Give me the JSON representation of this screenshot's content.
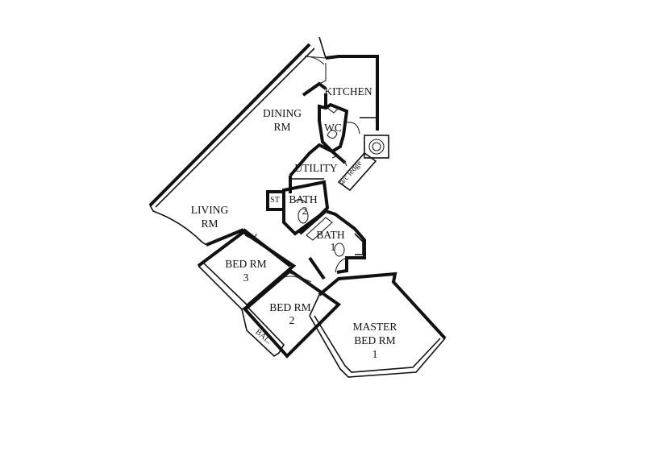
{
  "rooms": {
    "kitchen": "KITCHEN",
    "dining_1": "DINING",
    "dining_2": "RM",
    "wc": "WC",
    "utility": "UTILITY",
    "ac_ledge": "a/c ledge",
    "store": "ST",
    "bath2_1": "BATH",
    "bath2_2": "2",
    "living_1": "LIVING",
    "living_2": "RM",
    "bath1_1": "BATH",
    "bath1_2": "1",
    "bed3_1": "BED RM",
    "bed3_2": "3",
    "bed2_1": "BED RM",
    "bed2_2": "2",
    "master_1": "MASTER",
    "master_2": "BED RM",
    "master_3": "1",
    "balcony": "BAL."
  }
}
